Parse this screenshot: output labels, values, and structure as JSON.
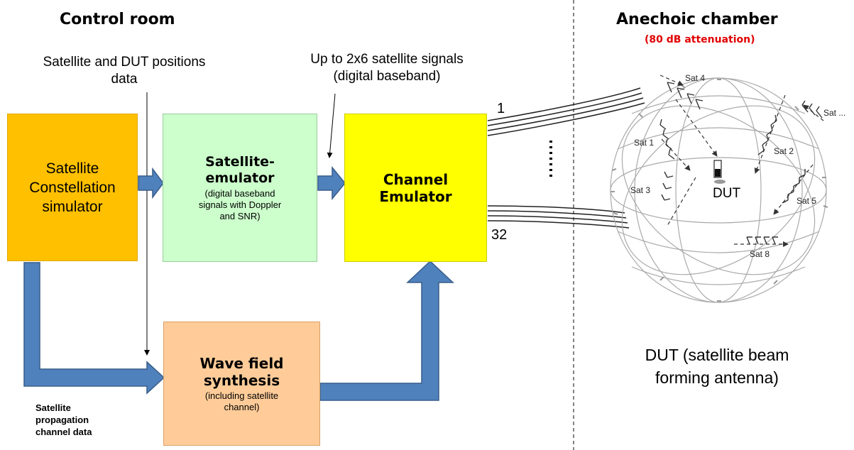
{
  "headings": {
    "control_room": "Control room",
    "anechoic_chamber": "Anechoic chamber",
    "attenuation": "(80 dB attenuation)"
  },
  "notes": {
    "positions_line1": "Satellite and DUT positions",
    "positions_line2": "data",
    "signals_line1": "Up to 2x6 satellite signals",
    "signals_line2": "(digital baseband)",
    "propagation_line1": "Satellite",
    "propagation_line2": "propagation",
    "propagation_line3": "channel data",
    "dut_caption_line1": "DUT (satellite beam",
    "dut_caption_line2": "forming antenna)"
  },
  "blocks": {
    "constellation": {
      "line1": "Satellite",
      "line2": "Constellation",
      "line3": "simulator",
      "color": "#FFC000"
    },
    "sat_emulator": {
      "title_line1": "Satellite-",
      "title_line2": "emulator",
      "sub_line1": "(digital baseband",
      "sub_line2": "signals with Doppler",
      "sub_line3": "and SNR)",
      "color": "#CCFFCC"
    },
    "channel_emulator": {
      "title_line1": "Channel",
      "title_line2": "Emulator",
      "color": "#FFFF00"
    },
    "wave_field": {
      "title_line1": "Wave field",
      "title_line2": "synthesis",
      "sub_line1": "(including satellite",
      "sub_line2": "channel)",
      "color": "#FFCC99"
    }
  },
  "ports": {
    "first": "1",
    "last": "32"
  },
  "chamber": {
    "satellites": [
      "Sat 4",
      "Sat ...",
      "Sat 1",
      "Sat 2",
      "Sat 3",
      "Sat 5",
      "Sat 8"
    ],
    "dut_label": "DUT"
  },
  "colors": {
    "arrow_fill": "#4F81BD",
    "arrow_stroke": "#385D8A",
    "attenuation": "#E00000"
  }
}
